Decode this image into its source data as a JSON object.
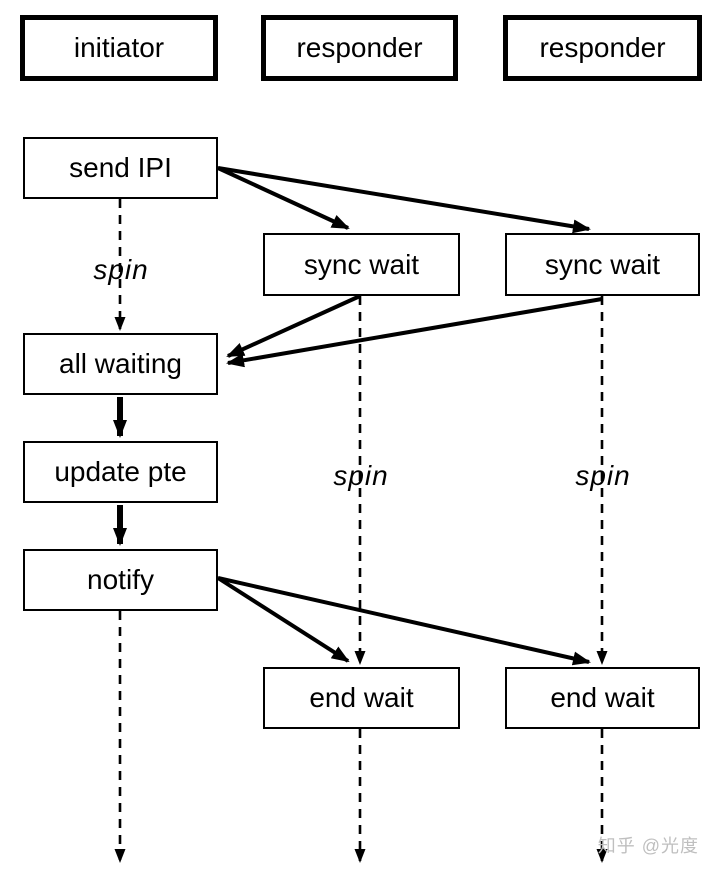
{
  "diagram": {
    "title_hint": "TLB shootdown IPI sequence diagram",
    "lanes": {
      "initiator": "initiator",
      "responder1": "responder",
      "responder2": "responder"
    },
    "nodes": {
      "send_ipi": "send IPI",
      "sync_wait_1": "sync wait",
      "sync_wait_2": "sync wait",
      "all_waiting": "all waiting",
      "update_pte": "update pte",
      "notify": "notify",
      "end_wait_1": "end wait",
      "end_wait_2": "end wait"
    },
    "annotations": {
      "spin_initiator": "spin",
      "spin_responder1": "spin",
      "spin_responder2": "spin"
    },
    "watermark": "知乎 @光度",
    "colors": {
      "line": "#000000",
      "box_bg": "#ffffff",
      "watermark": "#bfbfbf"
    }
  }
}
